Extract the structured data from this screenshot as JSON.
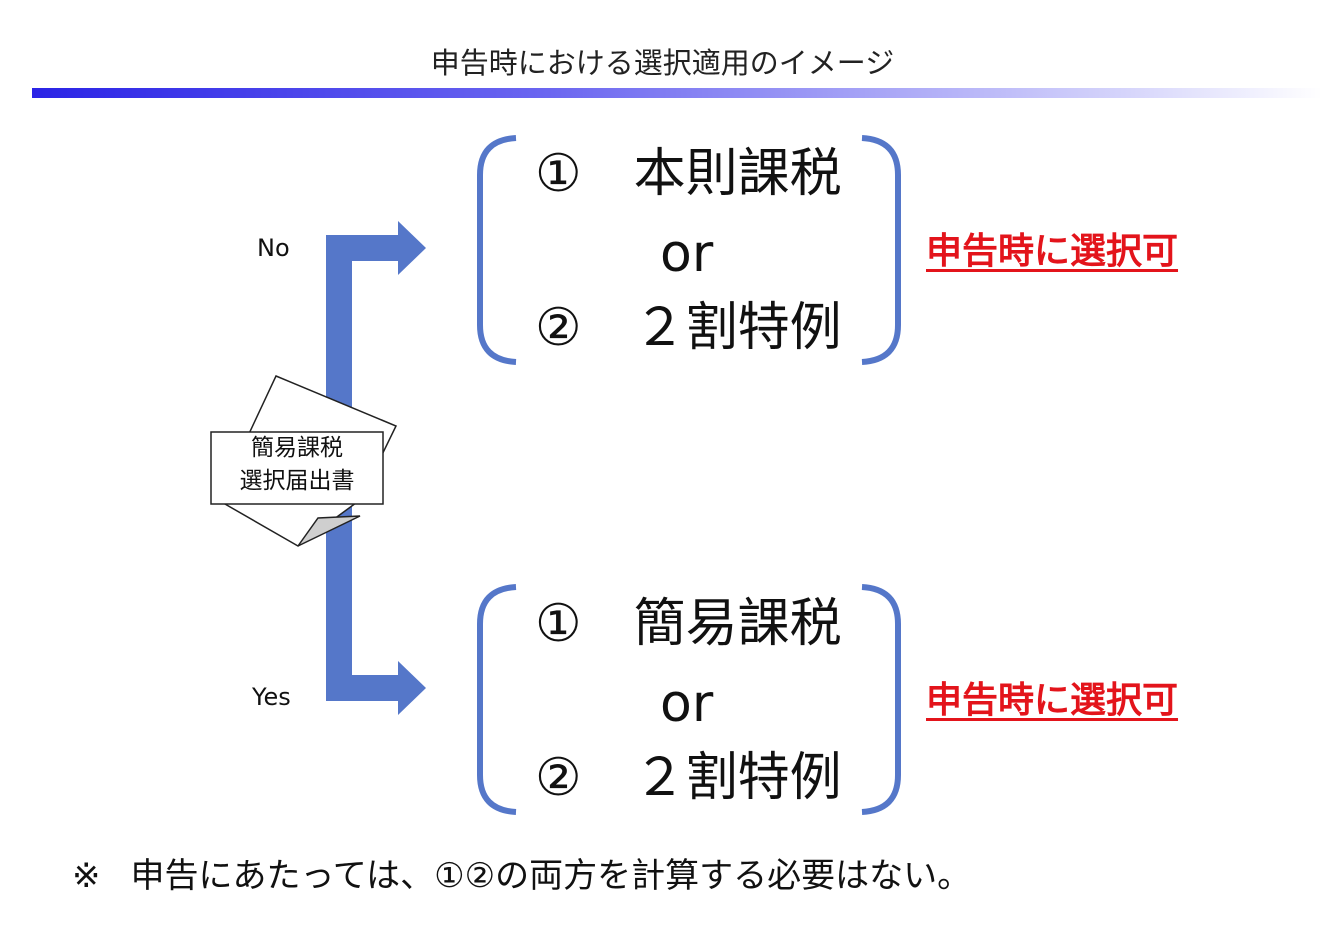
{
  "title": "申告時における選択適用のイメージ",
  "branch_no": {
    "label": "No",
    "option1": "①　本則課税",
    "or_text": "or",
    "option2": "②　２割特例",
    "note": "申告時に選択可"
  },
  "branch_yes": {
    "label": "Yes",
    "option1": "①　簡易課税",
    "or_text": "or",
    "option2": "②　２割特例",
    "note": "申告時に選択可"
  },
  "document": {
    "line1": "簡易課税",
    "line2": "選択届出書"
  },
  "footnote": {
    "mark": "※",
    "text": "申告にあたっては、①②の両方を計算する必要はない。"
  },
  "colors": {
    "arrow": "#5577c9",
    "bracket": "#5577c9",
    "highlight": "#e3141b",
    "title_bar_start": "#2b24e6"
  }
}
